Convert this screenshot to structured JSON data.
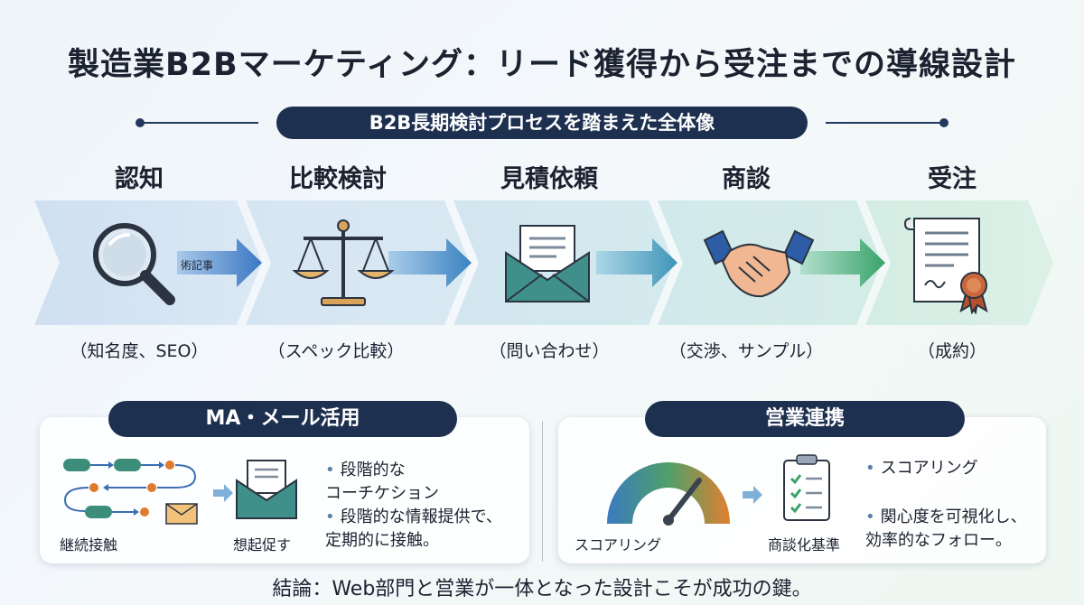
{
  "title": "製造業B2Bマーケティング：リード獲得から受注までの導線設計",
  "subtitle": "B2B長期検討プロセスを踏まえた全体像",
  "stages": [
    {
      "name": "認知",
      "caption": "（知名度、SEO）",
      "icon": "magnifier-icon"
    },
    {
      "name": "比較検討",
      "caption": "（スペック比較）",
      "icon": "scale-icon"
    },
    {
      "name": "見積依頼",
      "caption": "（問い合わせ）",
      "icon": "envelope-icon"
    },
    {
      "name": "商談",
      "caption": "（交渉、サンプル）",
      "icon": "handshake-icon"
    },
    {
      "name": "受注",
      "caption": "（成約）",
      "icon": "contract-icon"
    }
  ],
  "arrow_label": "術記事",
  "ma_panel": {
    "title": "MA・メール活用",
    "flow_label": "継続接触",
    "envelope_label": "想起促す",
    "bullets": [
      "段階的な\nコーチケション",
      "段階的な情報提供で、\n定期的に接触。"
    ]
  },
  "sales_panel": {
    "title": "営業連携",
    "gauge_label": "スコアリング",
    "checklist_label": "商談化基準",
    "bullets": [
      "スコアリング",
      "関心度を可視化し、\n効率的なフォロー。"
    ]
  },
  "conclusion": "結論：Web部門と営業が一体となった設計こそが成功の鍵。",
  "colors": {
    "navy": "#1e3050",
    "accent_blue": "#3a78c2",
    "accent_green": "#3aa36a"
  }
}
